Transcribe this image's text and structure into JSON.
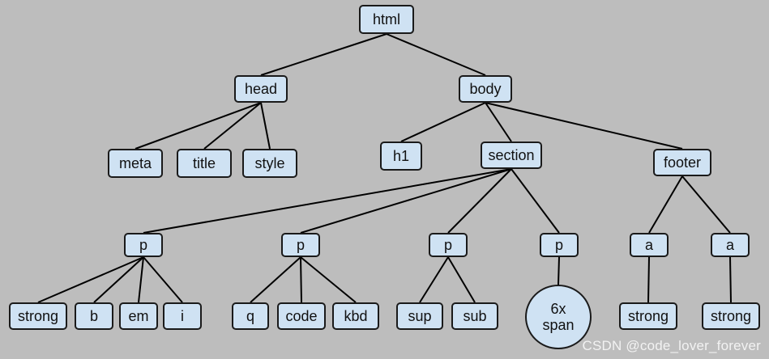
{
  "diagram": {
    "nodes": {
      "html": "html",
      "head": "head",
      "body": "body",
      "meta": "meta",
      "title": "title",
      "style": "style",
      "h1": "h1",
      "section": "section",
      "footer": "footer",
      "p1": "p",
      "p2": "p",
      "p3": "p",
      "p4": "p",
      "a1": "a",
      "a2": "a",
      "strong1": "strong",
      "b": "b",
      "em": "em",
      "i": "i",
      "q": "q",
      "code": "code",
      "kbd": "kbd",
      "sup": "sup",
      "sub": "sub",
      "span_count": "6x",
      "span_label": "span",
      "strong2": "strong",
      "strong3": "strong"
    },
    "edges": [
      [
        "html",
        "head"
      ],
      [
        "html",
        "body"
      ],
      [
        "head",
        "meta"
      ],
      [
        "head",
        "title"
      ],
      [
        "head",
        "style"
      ],
      [
        "body",
        "h1"
      ],
      [
        "body",
        "section"
      ],
      [
        "body",
        "footer"
      ],
      [
        "section",
        "p1"
      ],
      [
        "section",
        "p2"
      ],
      [
        "section",
        "p3"
      ],
      [
        "section",
        "p4"
      ],
      [
        "footer",
        "a1"
      ],
      [
        "footer",
        "a2"
      ],
      [
        "p1",
        "strong1"
      ],
      [
        "p1",
        "b"
      ],
      [
        "p1",
        "em"
      ],
      [
        "p1",
        "i"
      ],
      [
        "p2",
        "q"
      ],
      [
        "p2",
        "code"
      ],
      [
        "p2",
        "kbd"
      ],
      [
        "p3",
        "sup"
      ],
      [
        "p3",
        "sub"
      ],
      [
        "p4",
        "span"
      ],
      [
        "a1",
        "strong2"
      ],
      [
        "a2",
        "strong3"
      ]
    ]
  },
  "colors": {
    "node_fill": "#cfe2f3",
    "node_border": "#1a1a1a",
    "background": "#bdbdbd",
    "edge": "#000000"
  },
  "watermark": "CSDN @code_lover_forever"
}
